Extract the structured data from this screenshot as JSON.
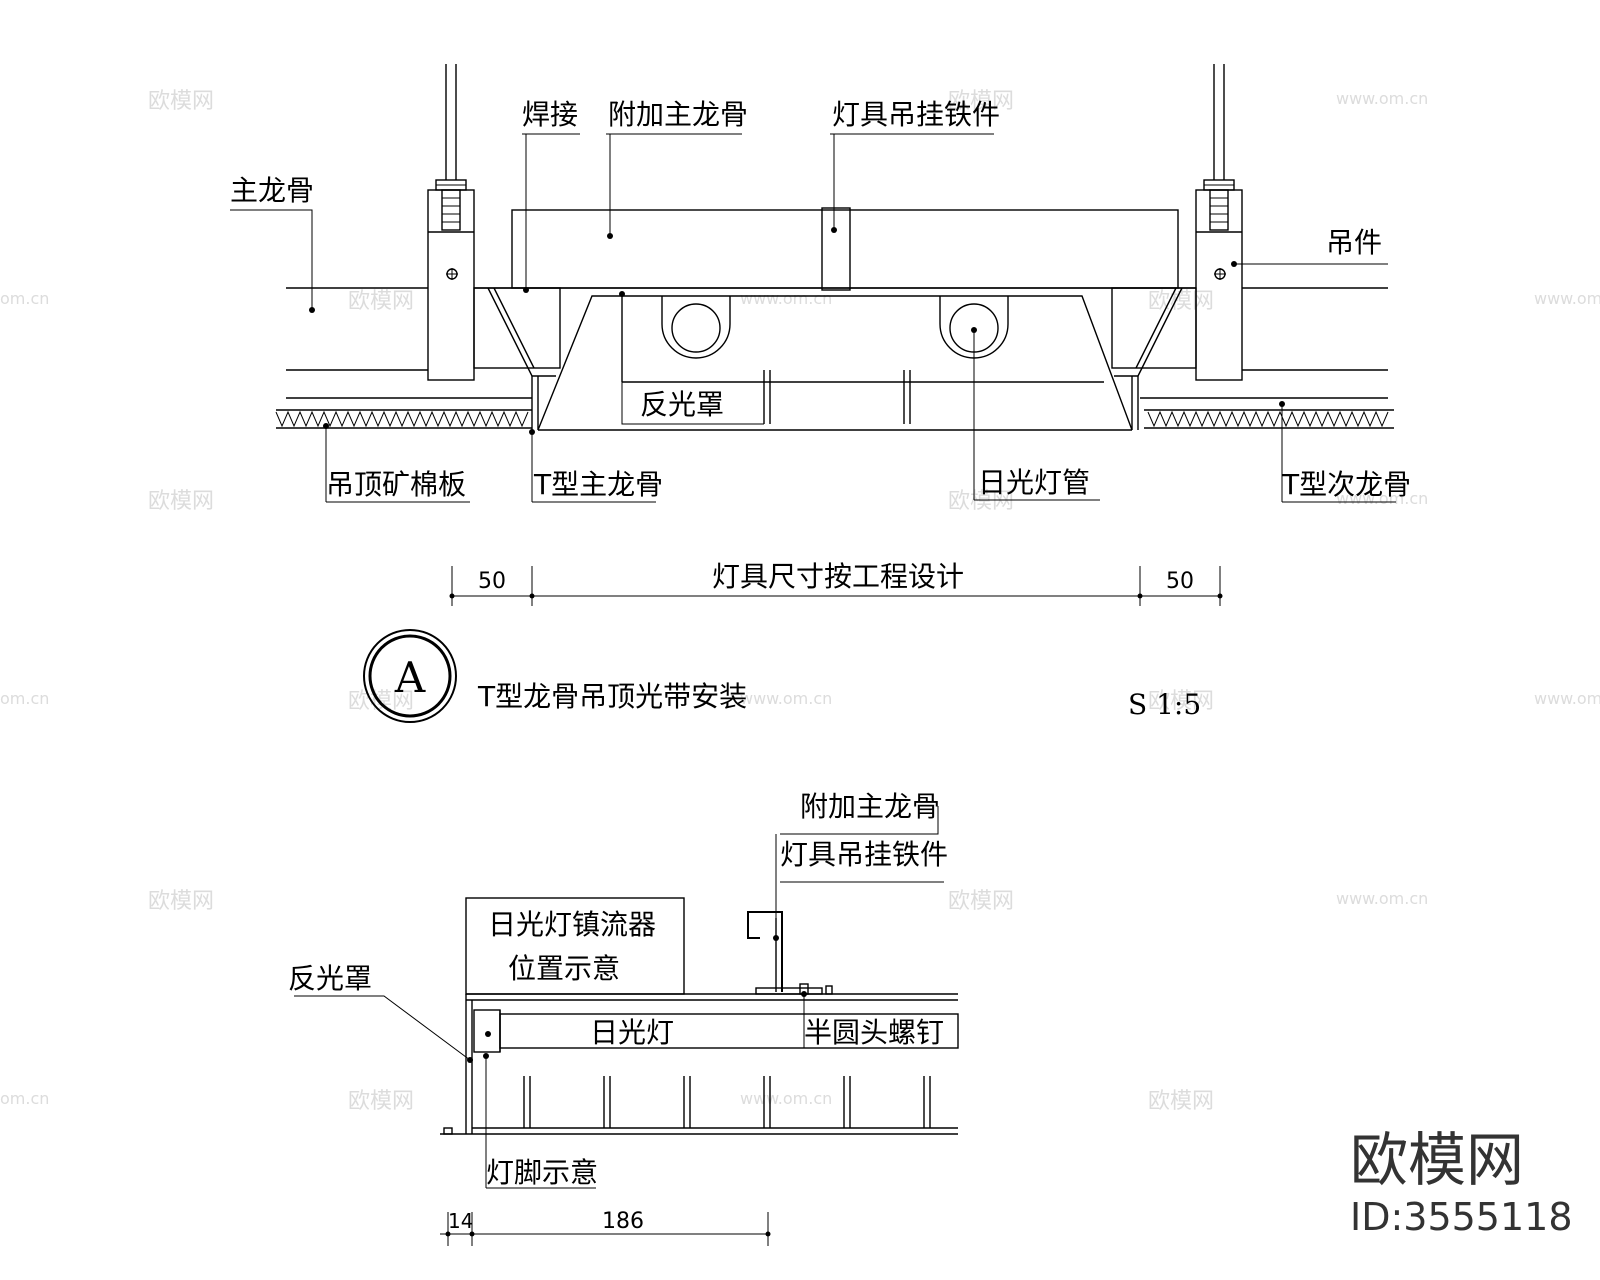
{
  "watermarks": {
    "cn": "欧模网",
    "url": "www.om.cn",
    "url_cut": "om.cn"
  },
  "section_a": {
    "labels": {
      "welding": "焊接",
      "extra_main_keel": "附加主龙骨",
      "lamp_hanger": "灯具吊挂铁件",
      "main_keel": "主龙骨",
      "hanger": "吊件",
      "reflector": "反光罩",
      "mineral_board": "吊顶矿棉板",
      "t_main_keel": "T型主龙骨",
      "fluorescent_tube": "日光灯管",
      "t_secondary_keel": "T型次龙骨"
    },
    "dimensions": {
      "left": "50",
      "middle": "灯具尺寸按工程设计",
      "right": "50"
    },
    "tag": "A",
    "title": "T型龙骨吊顶光带安装",
    "scale": "S 1:5"
  },
  "section_b": {
    "labels": {
      "extra_main_keel": "附加主龙骨",
      "lamp_hanger": "灯具吊挂铁件",
      "ballast_line1": "日光灯镇流器",
      "ballast_line2": "位置示意",
      "reflector": "反光罩",
      "fluorescent": "日光灯",
      "screw": "半圆头螺钉",
      "lamp_foot": "灯脚示意"
    },
    "dimensions": {
      "left": "14",
      "right": "186"
    }
  },
  "brand": {
    "name": "欧模网",
    "id": "ID:3555118"
  }
}
